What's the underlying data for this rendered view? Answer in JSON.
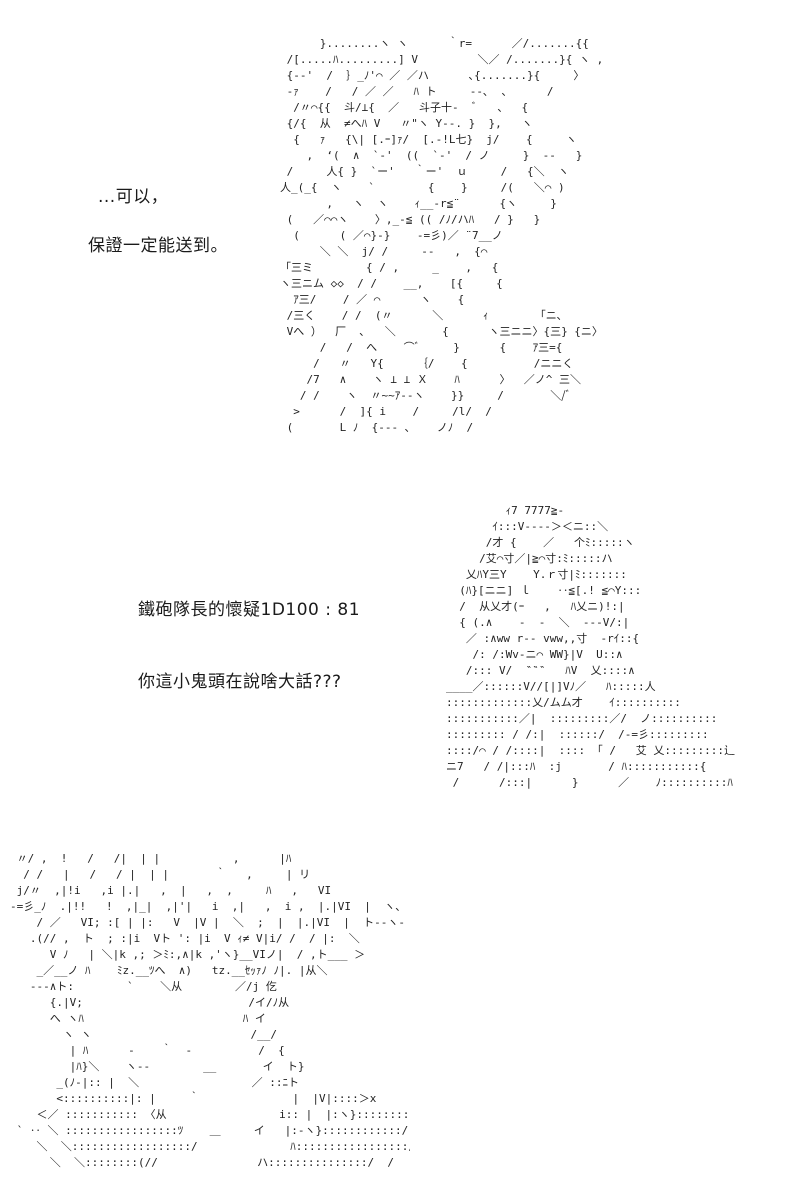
{
  "panel1": {
    "dialogue": [
      "...可以，",
      "保證一定能送到。"
    ]
  },
  "panel2": {
    "dialogue": [
      "鐵砲隊長的懷疑1D100 : 81",
      "你這小鬼頭在說啥大話???"
    ]
  }
}
